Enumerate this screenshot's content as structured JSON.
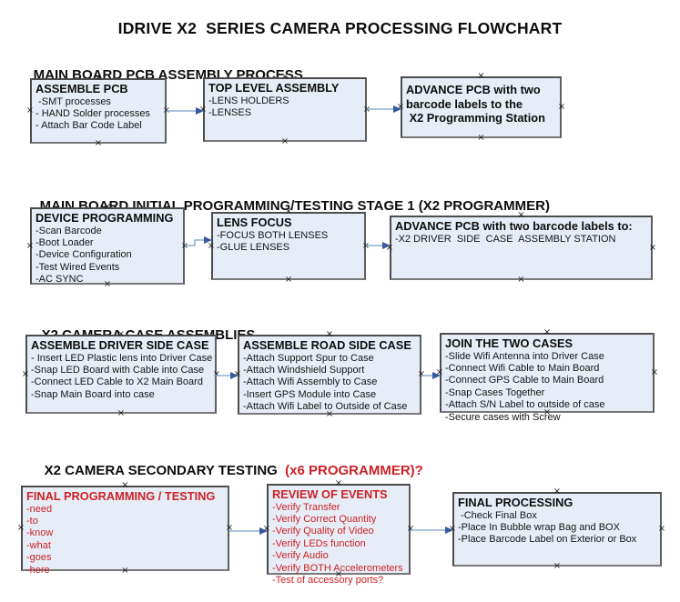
{
  "title": "IDRIVE X2  SERIES CAMERA PROCESSING FLOWCHART",
  "accent_colors": {
    "box_fill": "#e7edf7",
    "box_border": "#4c4c4c",
    "red_text": "#cc2127",
    "connector_line": "#92aed0",
    "connector_arrow": "#36599b"
  },
  "connector_marker": "×",
  "sections": [
    {
      "heading": "MAIN BOARD PCB ASSEMBLY PROCESS",
      "boxes": [
        {
          "title": "ASSEMBLE PCB",
          "items": [
            " -SMT processes",
            "- HAND Solder processes",
            "- Attach Bar Code Label"
          ]
        },
        {
          "title": "TOP LEVEL ASSEMBLY",
          "items": [
            "-LENS HOLDERS",
            "-LENSES"
          ]
        },
        {
          "title": "ADVANCE PCB with two\nbarcode labels to the\n X2 Programming Station",
          "items": []
        }
      ]
    },
    {
      "heading": "MAIN BOARD INITIAL PROGRAMMING/TESTING STAGE 1 (X2 PROGRAMMER)",
      "boxes": [
        {
          "title": "DEVICE PROGRAMMING",
          "items": [
            "-Scan Barcode",
            "-Boot Loader",
            "-Device Configuration",
            "-Test Wired Events",
            "-AC SYNC"
          ]
        },
        {
          "title": "LENS FOCUS",
          "items": [
            "-FOCUS BOTH LENSES",
            "-GLUE LENSES"
          ]
        },
        {
          "title": "ADVANCE PCB with two barcode labels to:",
          "items": [
            "-X2 DRIVER  SIDE  CASE  ASSEMBLY STATION"
          ]
        }
      ]
    },
    {
      "heading": "X2 CAMERA CASE ASSEMBLIES",
      "boxes": [
        {
          "title": "ASSEMBLE DRIVER SIDE CASE",
          "items": [
            "- Insert LED Plastic lens into Driver Case",
            "-Snap LED Board with Cable into Case",
            "-Connect LED Cable to X2 Main Board",
            "-Snap Main Board into case"
          ]
        },
        {
          "title": "ASSEMBLE ROAD SIDE CASE",
          "items": [
            "-Attach Support Spur to Case",
            "-Attach Windshield Support",
            "-Attach Wifi Assembly to Case",
            "-Insert GPS Module into Case",
            "-Attach Wifi Label to Outside of Case"
          ]
        },
        {
          "title": "JOIN THE TWO CASES",
          "items": [
            "-Slide Wifi Antenna into Driver Case",
            "-Connect Wifi Cable to Main Board",
            "-Connect GPS Cable to Main Board",
            "-Snap Cases Together",
            "-Attach S/N Label to outside of case",
            "-Secure cases with Screw"
          ]
        }
      ]
    },
    {
      "heading": "X2 CAMERA SECONDARY TESTING ",
      "heading_red": " (x6 PROGRAMMER)?",
      "boxes": [
        {
          "title": "FINAL PROGRAMMING / TESTING",
          "items": [
            "-need",
            "-to",
            "-know",
            "-what",
            "-goes",
            "-here"
          ]
        },
        {
          "title": "REVIEW OF EVENTS",
          "items": [
            "-Verify Transfer",
            "-Verify Correct Quantity",
            "-Verify Quality of Video",
            "-Verify LEDs function",
            "-Verify Audio",
            "-Verify BOTH Accelerometers",
            "-Test of accessory ports?"
          ]
        },
        {
          "title": "FINAL PROCESSING",
          "items": [
            " -Check Final Box",
            "-Place In Bubble wrap Bag and BOX",
            "-Place Barcode Label on Exterior or Box"
          ]
        }
      ]
    }
  ]
}
